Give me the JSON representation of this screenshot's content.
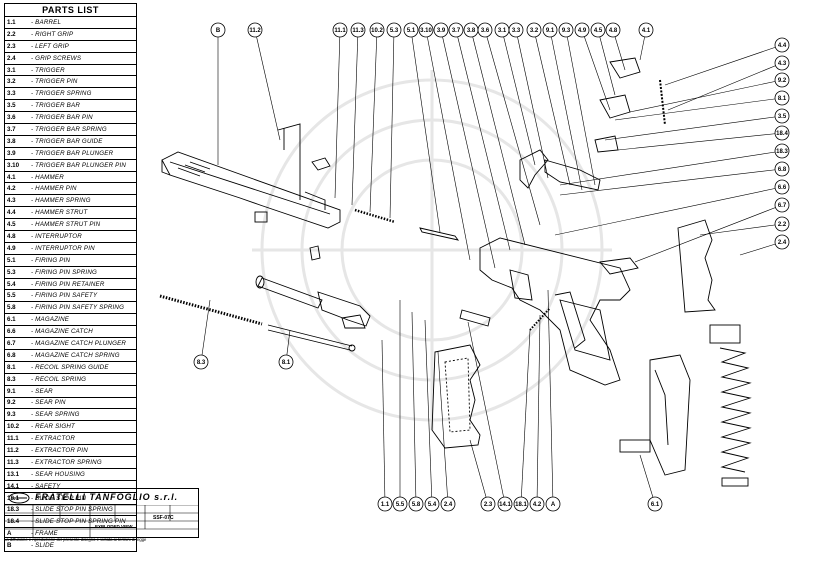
{
  "parts_list": {
    "title": "PARTS LIST",
    "items": [
      {
        "code": "1.1",
        "name": "- BARREL"
      },
      {
        "code": "2.2",
        "name": "- RIGHT GRIP"
      },
      {
        "code": "2.3",
        "name": "- LEFT GRIP"
      },
      {
        "code": "2.4",
        "name": "- GRIP SCREWS"
      },
      {
        "code": "3.1",
        "name": "- TRIGGER"
      },
      {
        "code": "3.2",
        "name": "- TRIGGER PIN"
      },
      {
        "code": "3.3",
        "name": "- TRIGGER SPRING"
      },
      {
        "code": "3.5",
        "name": "- TRIGGER BAR"
      },
      {
        "code": "3.6",
        "name": "- TRIGGER BAR PIN"
      },
      {
        "code": "3.7",
        "name": "- TRIGGER BAR SPRING"
      },
      {
        "code": "3.8",
        "name": "- TRIGGER BAR GUIDE"
      },
      {
        "code": "3.9",
        "name": "- TRIGGER BAR PLUNGER"
      },
      {
        "code": "3.10",
        "name": "- TRIGGER BAR PLUNGER PIN"
      },
      {
        "code": "4.1",
        "name": "- HAMMER"
      },
      {
        "code": "4.2",
        "name": "- HAMMER PIN"
      },
      {
        "code": "4.3",
        "name": "- HAMMER SPRING"
      },
      {
        "code": "4.4",
        "name": "- HAMMER STRUT"
      },
      {
        "code": "4.5",
        "name": "- HAMMER STRUT PIN"
      },
      {
        "code": "4.8",
        "name": "- INTERRUPTOR"
      },
      {
        "code": "4.9",
        "name": "- INTERRUPTOR PIN"
      },
      {
        "code": "5.1",
        "name": "- FIRING PIN"
      },
      {
        "code": "5.3",
        "name": "- FIRING PIN SPRING"
      },
      {
        "code": "5.4",
        "name": "- FIRING PIN RETAINER"
      },
      {
        "code": "5.5",
        "name": "- FIRING PIN SAFETY"
      },
      {
        "code": "5.8",
        "name": "- FIRING PIN SAFETY SPRING"
      },
      {
        "code": "6.1",
        "name": "- MAGAZINE"
      },
      {
        "code": "6.6",
        "name": "- MAGAZINE CATCH"
      },
      {
        "code": "6.7",
        "name": "- MAGAZINE CATCH PLUNGER"
      },
      {
        "code": "6.8",
        "name": "- MAGAZINE CATCH SPRING"
      },
      {
        "code": "8.1",
        "name": "- RECOIL SPRING GUIDE"
      },
      {
        "code": "8.3",
        "name": "- RECOIL SPRING"
      },
      {
        "code": "9.1",
        "name": "- SEAR"
      },
      {
        "code": "9.2",
        "name": "- SEAR PIN"
      },
      {
        "code": "9.3",
        "name": "- SEAR SPRING"
      },
      {
        "code": "10.2",
        "name": "- REAR SIGHT"
      },
      {
        "code": "11.1",
        "name": "- EXTRACTOR"
      },
      {
        "code": "11.2",
        "name": "- EXTRACTOR PIN"
      },
      {
        "code": "11.3",
        "name": "- EXTRACTOR SPRING"
      },
      {
        "code": "13.1",
        "name": "- SEAR HOUSING"
      },
      {
        "code": "14.1",
        "name": "- SAFETY"
      },
      {
        "code": "18.1",
        "name": "- SLIDE STOP PIN"
      },
      {
        "code": "18.3",
        "name": "- SLIDE STOP PIN SPRING"
      },
      {
        "code": "18.4",
        "name": "- SLIDE STOP PIN SPRING PIN"
      },
      {
        "code": "A",
        "name": "- FRAME"
      },
      {
        "code": "B",
        "name": "- SLIDE"
      }
    ]
  },
  "title_block": {
    "company": "FRATELLI TANFOGLIO s.r.l.",
    "view": "EXPLODED VIEW",
    "code": "SSF-07C",
    "note": "La diffusione e riproduzione del presente disegno è vietata ai termini di legge"
  },
  "callouts_top": [
    "B",
    "11.2",
    "11.1",
    "11.3",
    "10.2",
    "5.3",
    "5.1",
    "3.10",
    "3.9",
    "3.7",
    "3.8",
    "3.6",
    "3.1",
    "3.3",
    "3.2",
    "9.1",
    "9.3",
    "4.9",
    "4.5",
    "4.8",
    "4.1"
  ],
  "callouts_right": [
    "4.4",
    "4.3",
    "9.2",
    "8.1",
    "3.5",
    "18.4",
    "18.3",
    "6.8",
    "6.6",
    "6.7",
    "2.2",
    "2.4"
  ],
  "callouts_bottom": [
    "1.1",
    "5.5",
    "5.8",
    "5.4",
    "2.4",
    "2.3",
    "14.1",
    "18.1",
    "4.2",
    "A",
    "6.1"
  ],
  "callouts_left": [
    "8.3",
    "8.1"
  ]
}
